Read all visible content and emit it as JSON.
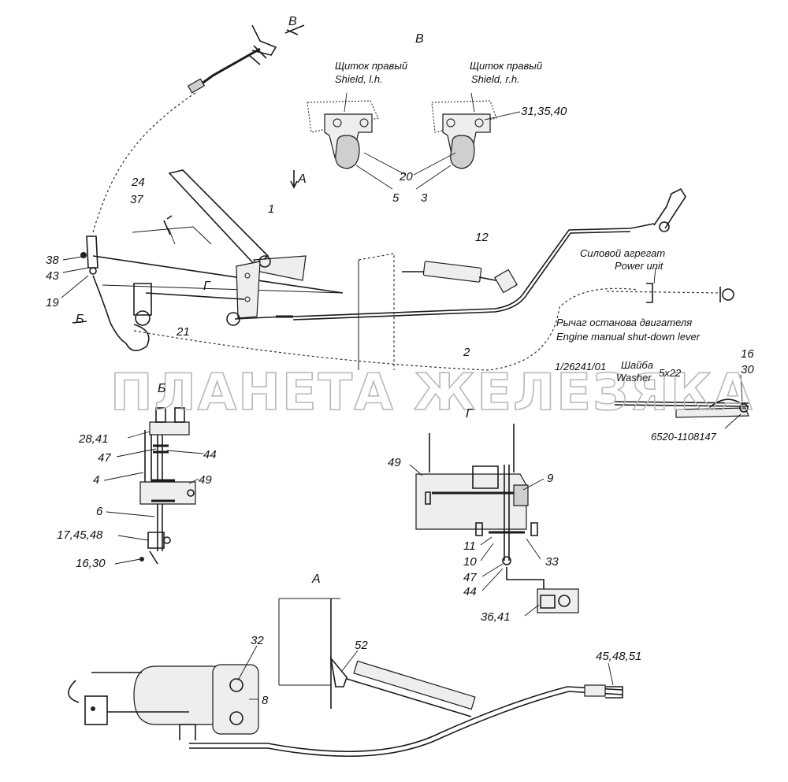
{
  "views": {
    "v_top": "В",
    "v_detail": "В",
    "a_arrow": "A",
    "b_main": "Б",
    "b_detail": "Б",
    "g_main": "Г",
    "g_detail": "Г",
    "a_detail": "A"
  },
  "shields": {
    "left_ru": "Щиток правый",
    "left_en": "Shield, l.h.",
    "right_ru": "Щиток правый",
    "right_en": "Shield, r.h."
  },
  "power_unit": {
    "ru": "Силовой агрегат",
    "en": "Power unit"
  },
  "lever": {
    "ru": "Рычаг останова двигателя",
    "en": "Engine manual shut-down lever"
  },
  "washer": {
    "code": "1/26241/01",
    "ru": "Шайба",
    "en": "Washer",
    "size": "5x22"
  },
  "part_no": "6520-1108147",
  "callouts": {
    "c1": "1",
    "c2": "2",
    "c3": "3",
    "c5": "5",
    "c12": "12",
    "c20": "20",
    "c21": "21",
    "c24": "24",
    "c37": "37",
    "c38": "38",
    "c43": "43",
    "c19": "19",
    "c31_35_40": "31,35,40",
    "c16": "16",
    "c30": "30",
    "c28_41": "28,41",
    "c47": "47",
    "c44": "44",
    "c4": "4",
    "c49": "49",
    "c6": "6",
    "c17_45_48": "17,45,48",
    "c16_30": "16,30",
    "g49": "49",
    "c9": "9",
    "c11": "11",
    "c10": "10",
    "c33": "33",
    "g47": "47",
    "g44": "44",
    "c36_41": "36,41",
    "c32": "32",
    "c52": "52",
    "c8": "8",
    "c45_48_51": "45,48,51"
  },
  "watermark": "ПЛАНЕТА ЖЕЛЕЗЯКА"
}
